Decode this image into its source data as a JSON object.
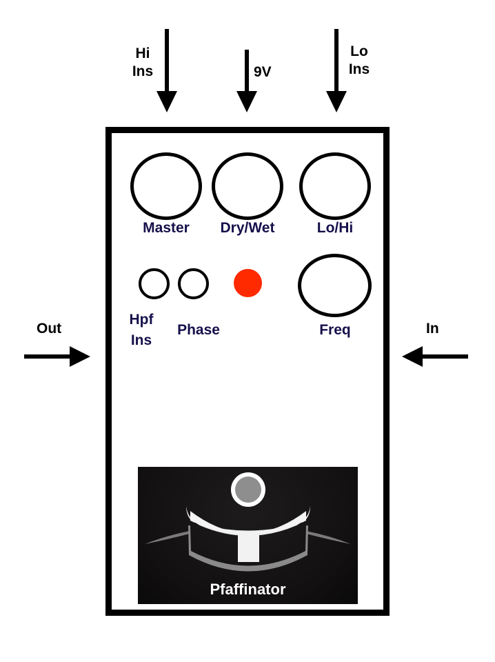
{
  "connectors": {
    "hi_ins": {
      "line1": "Hi",
      "line2": "Ins",
      "icon": "arrow-down-icon"
    },
    "power": {
      "label": "9V",
      "icon": "arrow-down-icon"
    },
    "lo_ins": {
      "line1": "Lo",
      "line2": "Ins",
      "icon": "arrow-down-icon"
    },
    "out": {
      "label": "Out",
      "icon": "arrow-right-icon"
    },
    "in": {
      "label": "In",
      "icon": "arrow-left-icon"
    }
  },
  "knobs": {
    "master": "Master",
    "dry_wet": "Dry/Wet",
    "lo_hi": "Lo/Hi",
    "freq": "Freq"
  },
  "switches": {
    "hpf_ins": {
      "line1": "Hpf",
      "line2": "Ins"
    },
    "phase": "Phase"
  },
  "led": {
    "color": "#ff2a00"
  },
  "logo": {
    "name": "Pfaffinator"
  },
  "colors": {
    "label": "#15104a",
    "enclosure": "#000000"
  }
}
